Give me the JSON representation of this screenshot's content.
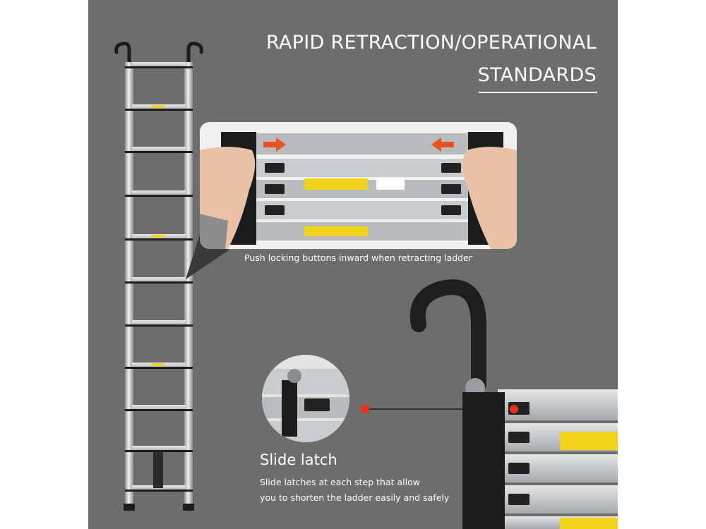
{
  "colors": {
    "panel_background": "#6d6d6d",
    "text": "#ffffff",
    "pointer_dot": "#e8321e",
    "ladder_aluminum": "#c9cccf",
    "ladder_black": "#1c1c1c",
    "warning_label": "#f2d21a"
  },
  "header": {
    "title_line1": "RAPID RETRACTION/OPERATIONAL",
    "title_line2": "STANDARDS"
  },
  "closeup": {
    "caption": "Push locking buttons inward when retracting ladder"
  },
  "slide_latch": {
    "title": "Slide latch",
    "description_line1": "Slide latches at each step that allow",
    "description_line2": "you to shorten the ladder easily and safely"
  },
  "icons": {
    "hook": "ladder-hook-icon",
    "arrow_right": "arrow-right-icon",
    "arrow_left": "arrow-left-icon",
    "pointer": "pointer-dot-icon"
  }
}
